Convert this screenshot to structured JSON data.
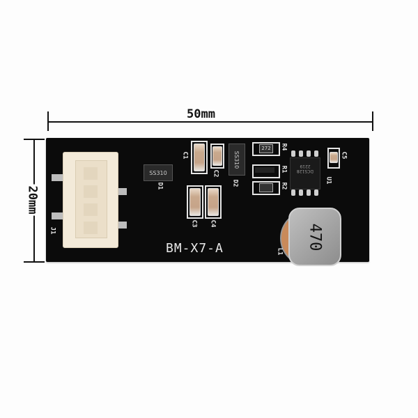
{
  "dimensions": {
    "width_label": "50mm",
    "height_label": "20mm"
  },
  "board": {
    "name": "BM-X7-A",
    "connector_label": "J1",
    "components": {
      "D1": {
        "label": "D1",
        "marking": "SS310"
      },
      "D2": {
        "label": "D2",
        "marking": "SS310"
      },
      "C1": {
        "label": "C1"
      },
      "C2": {
        "label": "C2"
      },
      "C3": {
        "label": "C3"
      },
      "C4": {
        "label": "C4"
      },
      "C5": {
        "label": "C5"
      },
      "R1": {
        "label": "R1"
      },
      "R2": {
        "label": "R2"
      },
      "R4": {
        "label": "R4",
        "marking": "272"
      },
      "U1": {
        "label": "U1",
        "marking": "DCS128",
        "code": "2219"
      },
      "L1": {
        "label": "L1",
        "marking": "470"
      }
    }
  },
  "colors": {
    "pcb": "#0b0b0b",
    "silkscreen": "#e8e8e8",
    "connector": "#f3ead9",
    "background": "#fdfdfd"
  }
}
